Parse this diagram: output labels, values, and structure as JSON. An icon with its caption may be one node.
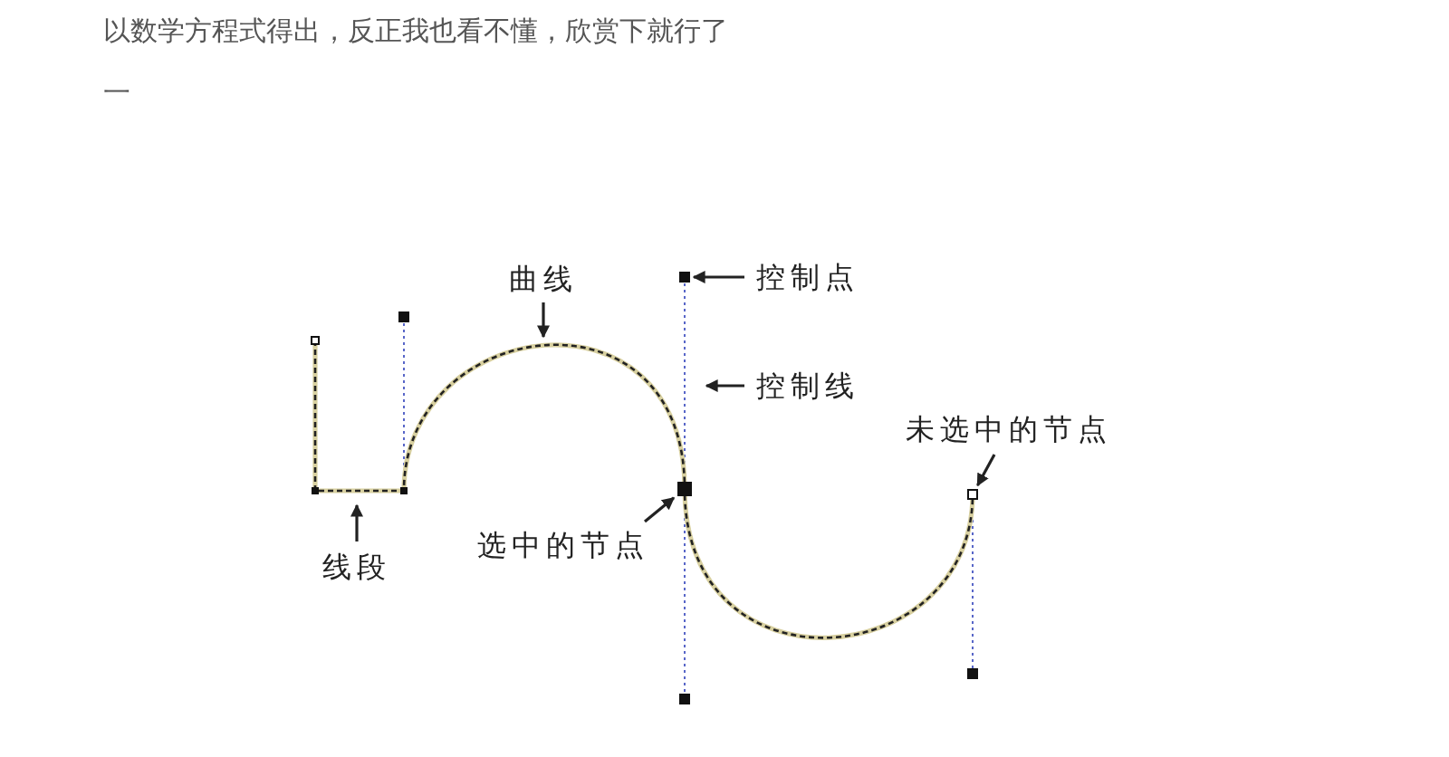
{
  "diagram": {
    "nodes": [
      {
        "text": [
          "曲线"
        ]
      },
      {
        "text": [
          "控制点"
        ]
      },
      {
        "text": [
          "控制线"
        ]
      },
      {
        "text": [
          "未选中的节点"
        ]
      },
      {
        "text": [
          "选中的节点"
        ]
      },
      {
        "text": [
          "线段"
        ]
      },
      {
        "text": [],
        "shape": "box"
      },
      {
        "text": [],
        "shape": "box"
      },
      {
        "text": [],
        "shape": "box"
      }
    ],
    "edges": [
      {
        "from": 0,
        "to": null,
        "arrow": "to"
      },
      {
        "from": 1,
        "to": 6,
        "arrow": "to"
      },
      {
        "from": 2,
        "to": null,
        "arrow": "to"
      },
      {
        "from": 3,
        "to": 8,
        "arrow": "to"
      },
      {
        "from": 4,
        "to": 7,
        "arrow": "to"
      },
      {
        "from": 5,
        "to": null,
        "arrow": "to"
      }
    ],
    "labels": [
      "以数学方程式得出，反正我也看不懂，欣赏下就行了",
      "一"
    ]
  }
}
